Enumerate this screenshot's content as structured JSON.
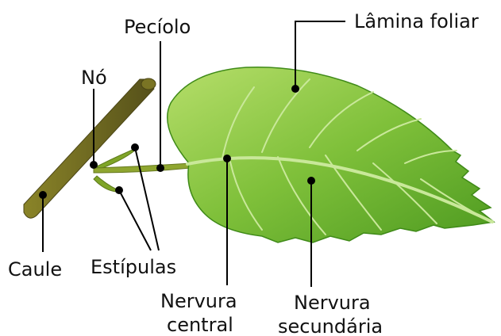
{
  "labels": {
    "peciolo": "Pecíolo",
    "lamina": "Lâmina foliar",
    "no": "Nó",
    "caule": "Caule",
    "estipulas": "Estípulas",
    "nervura_central_1": "Nervura",
    "nervura_central_2": "central",
    "nervura_secundaria_1": "Nervura",
    "nervura_secundaria_2": "secundária"
  },
  "colors": {
    "leaf_light": "#a9d65c",
    "leaf_dark": "#4f9a1f",
    "stem": "#6f6a1f",
    "vein": "#c9e89a"
  }
}
